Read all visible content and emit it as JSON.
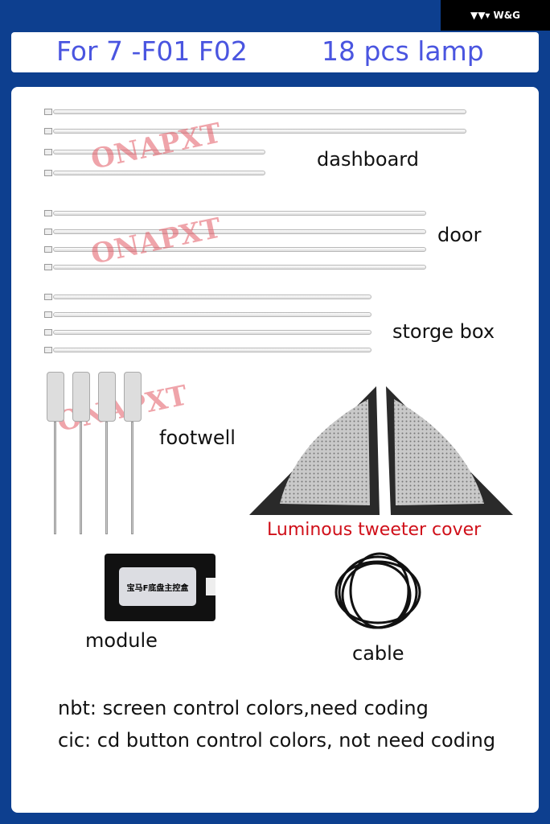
{
  "brand": "W&G",
  "header": {
    "model": "For 7 -F01 F02",
    "count": "18 pcs lamp"
  },
  "watermark": "ONAPXT",
  "labels": {
    "dashboard": "dashboard",
    "door": "door",
    "storage": "storge box",
    "footwell": "footwell",
    "tweeter": "Luminous tweeter cover",
    "module": "module",
    "cable": "cable"
  },
  "module_text": "宝马F底盘主控盒",
  "notes": [
    "nbt: screen control colors,need coding",
    "cic: cd button control colors, not need coding"
  ],
  "colors": {
    "background": "#0d3f8f",
    "title": "#4a55e0",
    "tweeter_label": "#d0101a"
  }
}
